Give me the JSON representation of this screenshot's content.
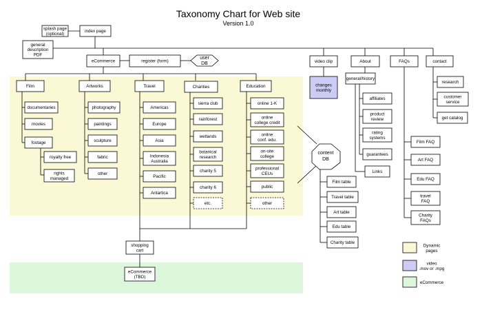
{
  "header": {
    "title": "Taxonomy Chart for Web site",
    "version": "Version 1.0"
  },
  "colors": {
    "dynamic": "#fbf8d6",
    "video": "#ccccf5",
    "ecommerce": "#dcf7dc",
    "stroke": "#000000"
  },
  "nodes": {
    "splash": [
      "splash page",
      "(optional)"
    ],
    "index": [
      "index page"
    ],
    "general": [
      "general",
      "description",
      "PDF"
    ],
    "ecommerce": [
      "eCommerce"
    ],
    "register": [
      "register (form)"
    ],
    "user_db": [
      "user",
      "DB"
    ],
    "video_clip": [
      "video clip"
    ],
    "changes_monthly": [
      "changes",
      "monthly"
    ],
    "about": [
      "About"
    ],
    "faqs": [
      "FAQs"
    ],
    "contact": [
      "contact"
    ],
    "film": [
      "Film"
    ],
    "documentaries": [
      "documentaries"
    ],
    "movies": [
      "movies"
    ],
    "footage": [
      "footage"
    ],
    "royalty_free": [
      "royalty free"
    ],
    "rights_managed": [
      "rights",
      "managed"
    ],
    "artworks": [
      "Artworks"
    ],
    "photography": [
      "photography"
    ],
    "paintings": [
      "paintings"
    ],
    "sculpture": [
      "sculpture"
    ],
    "fabric": [
      "fabric"
    ],
    "art_other": [
      "other"
    ],
    "travel": [
      "Travel"
    ],
    "americas": [
      "Americas"
    ],
    "europe": [
      "Europe"
    ],
    "asia": [
      "Asia"
    ],
    "indonesia": [
      "Indonesia",
      "Australia"
    ],
    "pacific": [
      "Pacific"
    ],
    "antartica": [
      "Antartica"
    ],
    "charities": [
      "Charities"
    ],
    "sierra": [
      "sierra club"
    ],
    "rainforest": [
      "rainforest"
    ],
    "wetlands": [
      "wetlands"
    ],
    "botanical": [
      "botanical",
      "research"
    ],
    "charity5": [
      "charity 5"
    ],
    "charity6": [
      "charity 6"
    ],
    "etc": [
      "etc."
    ],
    "education": [
      "Education"
    ],
    "online_k": [
      "online 1-K"
    ],
    "online_college": [
      "online",
      "college credit"
    ],
    "online_conf": [
      "online",
      "conf. edu."
    ],
    "onsite": [
      "on-site",
      "college"
    ],
    "professional": [
      "professional",
      "CEUs"
    ],
    "public": [
      "public"
    ],
    "edu_other": [
      "other"
    ],
    "content_db": [
      "content",
      "DB"
    ],
    "film_table": [
      "Film table"
    ],
    "travel_table": [
      "Travel table"
    ],
    "art_table": [
      "Art table"
    ],
    "edu_table": [
      "Edu table"
    ],
    "charity_table": [
      "Charity table"
    ],
    "general_history": [
      "general/history"
    ],
    "affiliates": [
      "affiliates"
    ],
    "product_review": [
      "product",
      "review"
    ],
    "rating_systems": [
      "rating",
      "systems"
    ],
    "guarantees": [
      "guarantees"
    ],
    "links": [
      "Links"
    ],
    "film_faq": [
      "Film FAQ"
    ],
    "art_faq": [
      "Art FAQ"
    ],
    "edu_faq": [
      "Edu FAQ"
    ],
    "travel_faq": [
      "travel",
      "FAQ"
    ],
    "charity_faqs": [
      "Charity",
      "FAQs"
    ],
    "research": [
      "research"
    ],
    "customer_service": [
      "customer",
      "service"
    ],
    "get_catalog": [
      "get catalog"
    ],
    "shopping_cart": [
      "shopping",
      "cart"
    ],
    "ecommerce_tbd": [
      "eCommerce",
      "(TBD)"
    ]
  },
  "legend": {
    "dynamic": [
      "Dynamic",
      "pages"
    ],
    "video": [
      "video",
      ".mov or .mpg"
    ],
    "ecommerce": [
      "eCommerce"
    ]
  }
}
